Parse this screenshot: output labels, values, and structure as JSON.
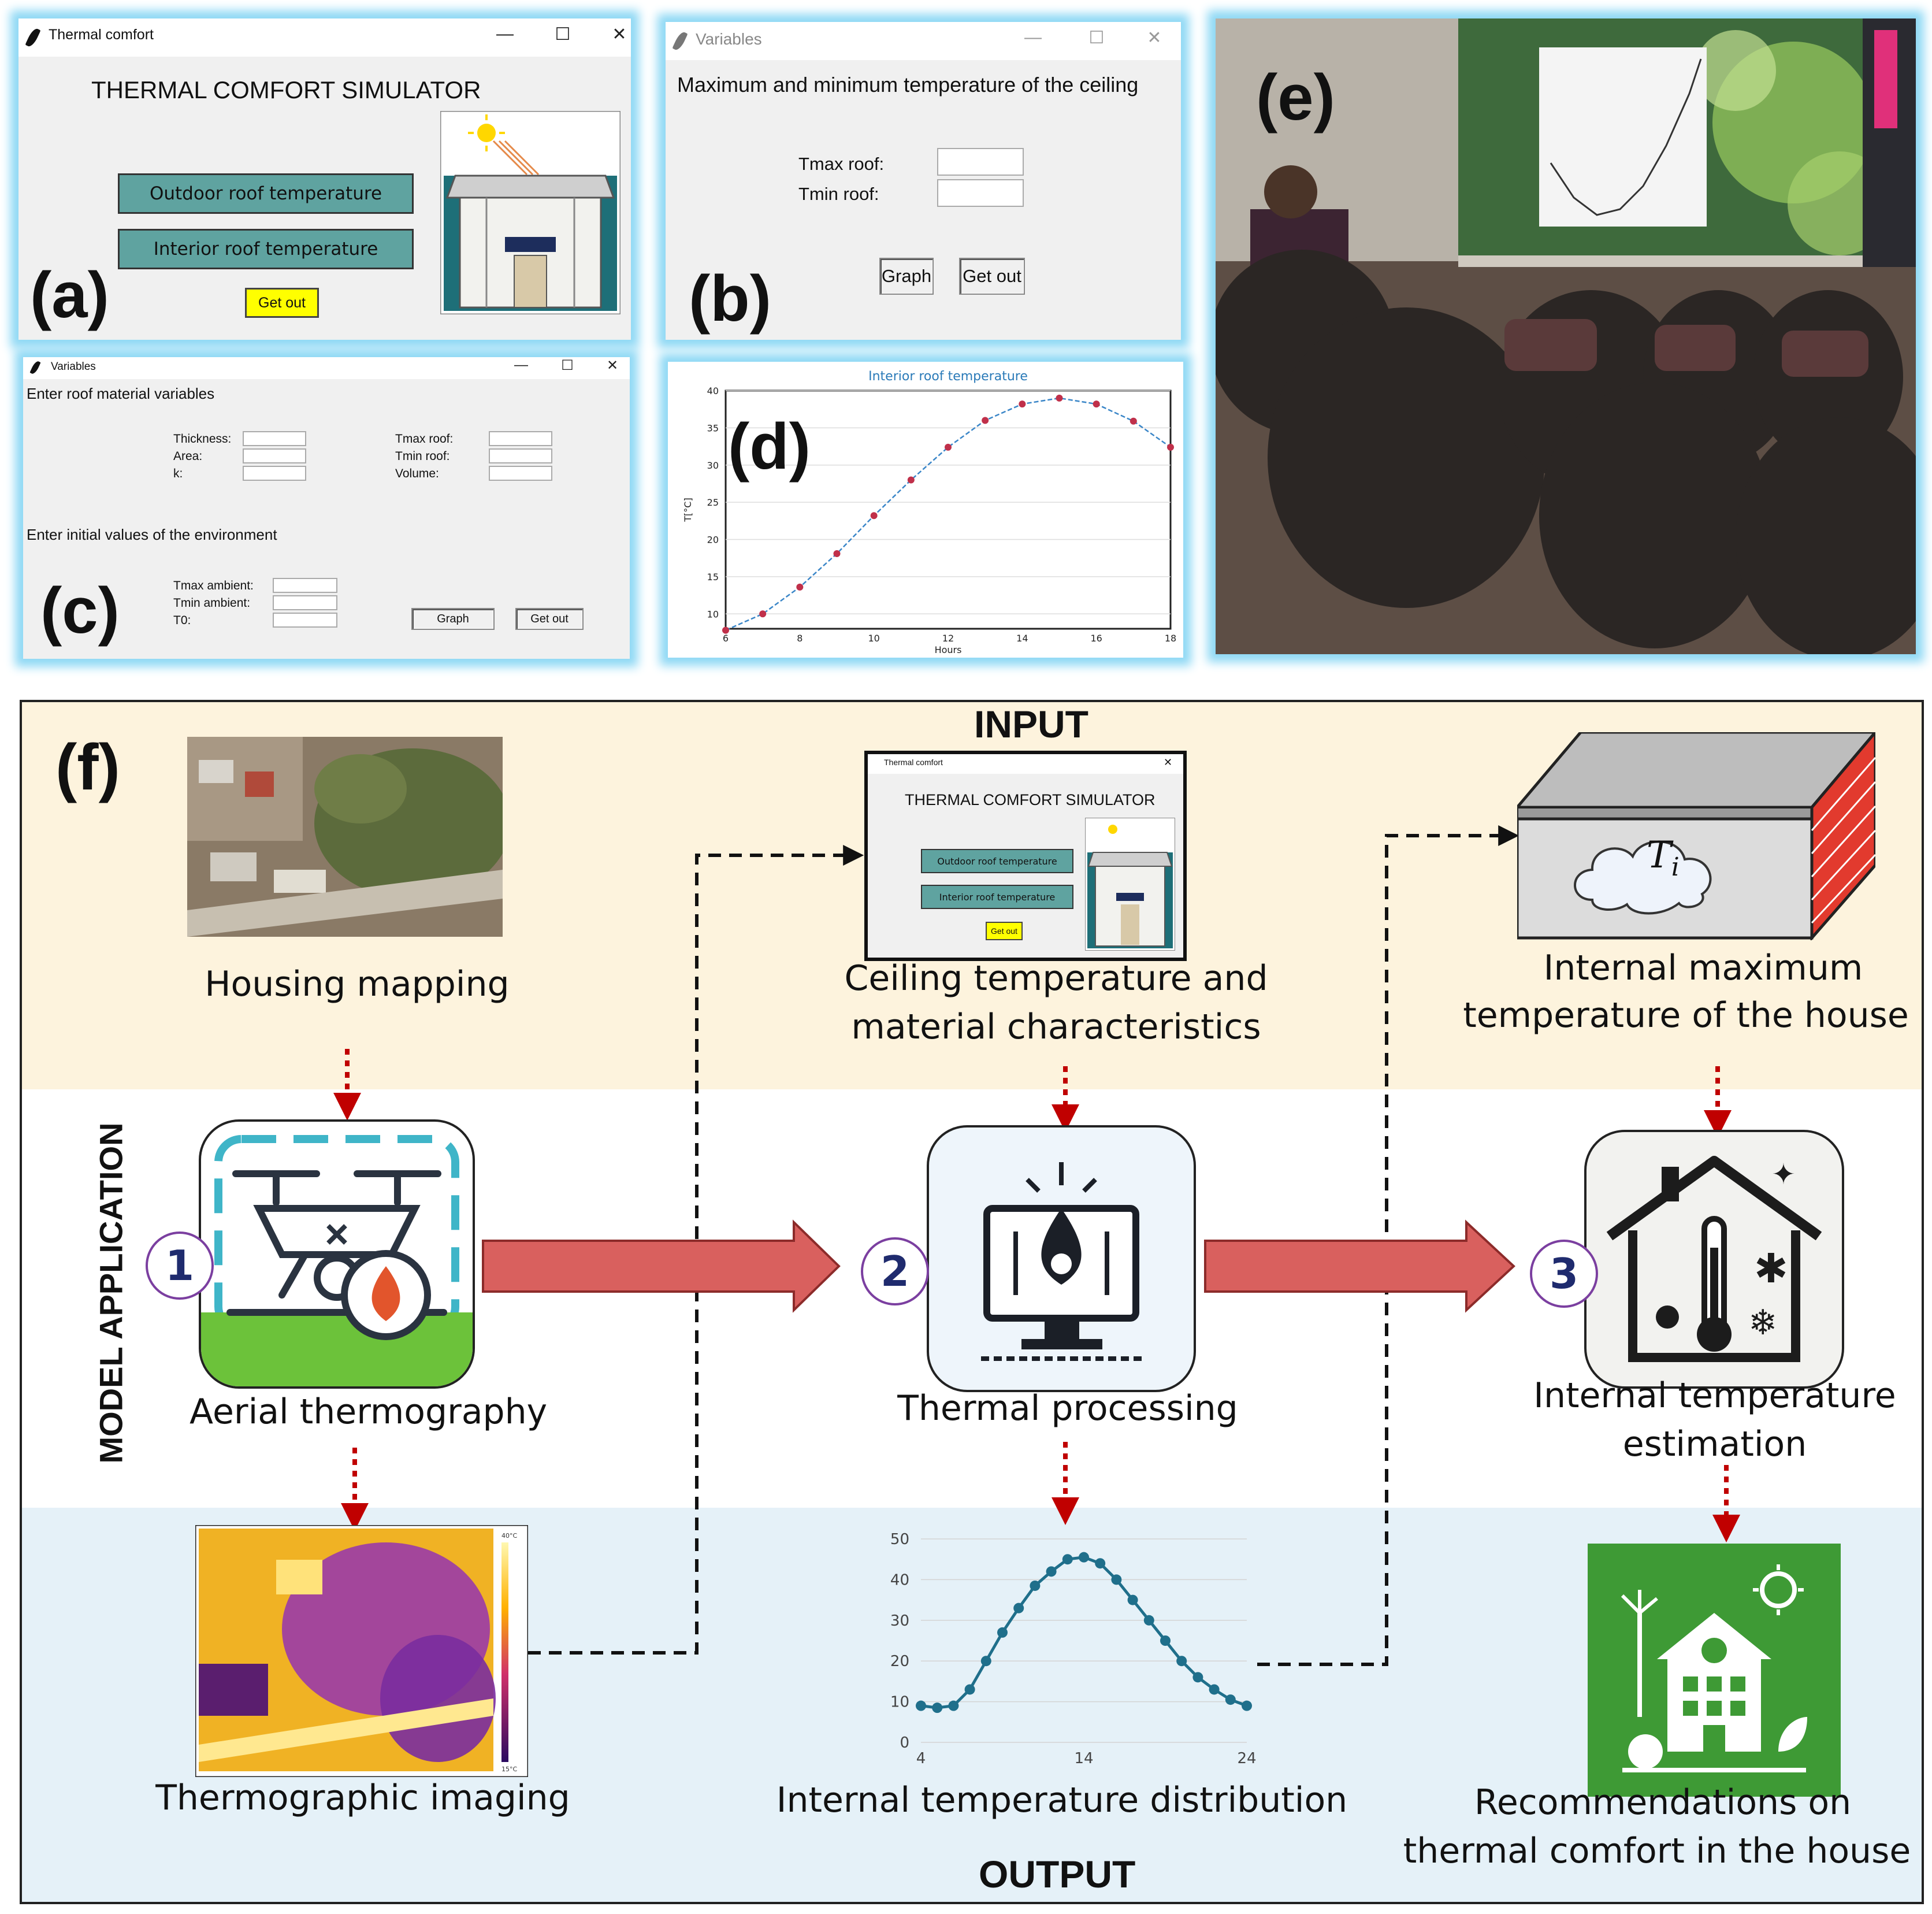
{
  "panel_a": {
    "letter": "(a)",
    "window_title": "Thermal comfort",
    "heading": "THERMAL COMFORT SIMULATOR",
    "btn_outdoor": "Outdoor roof temperature",
    "btn_interior": "Interior roof temperature",
    "btn_exit": "Get out"
  },
  "panel_b": {
    "letter": "(b)",
    "window_title": "Variables",
    "heading": "Maximum and minimum temperature of the ceiling",
    "tmax_label": "Tmax roof:",
    "tmin_label": "Tmin roof:",
    "btn_graph": "Graph",
    "btn_exit": "Get out"
  },
  "panel_c": {
    "letter": "(c)",
    "window_title": "Variables",
    "section1": "Enter roof material variables",
    "thickness": "Thickness:",
    "area": "Area:",
    "k": "k:",
    "tmax_roof": "Tmax roof:",
    "tmin_roof": "Tmin roof:",
    "volume": "Volume:",
    "section2": "Enter initial values of the environment",
    "tmax_ambient": "Tmax ambient:",
    "tmin_ambient": "Tmin ambient:",
    "t0": "T0:",
    "btn_graph": "Graph",
    "btn_exit": "Get out"
  },
  "panel_d": {
    "letter": "(d)",
    "chart_data": {
      "type": "line",
      "title": "Interior roof temperature",
      "xlabel": "Hours",
      "ylabel": "T[°C]",
      "xlim": [
        6,
        18
      ],
      "ylim": [
        8,
        40
      ],
      "xticks": [
        6,
        8,
        10,
        12,
        14,
        16,
        18
      ],
      "yticks": [
        10,
        15,
        20,
        25,
        30,
        35,
        40
      ],
      "x": [
        6,
        7,
        8,
        9,
        10,
        11,
        12,
        13,
        14,
        15,
        16,
        17,
        18
      ],
      "y": [
        7.8,
        10.0,
        13.6,
        18.1,
        23.2,
        28.0,
        32.4,
        36.0,
        38.2,
        39.0,
        38.2,
        35.9,
        32.4
      ]
    }
  },
  "panel_e": {
    "letter": "(e)"
  },
  "flow": {
    "letter": "(f)",
    "input_heading": "INPUT",
    "output_heading": "OUTPUT",
    "side_label": "MODEL APPLICATION",
    "housing_mapping": "Housing mapping",
    "ceiling_caption_1": "Ceiling temperature and",
    "ceiling_caption_2": "material characteristics",
    "internal_max_1": "Internal maximum",
    "internal_max_2": "temperature of the house",
    "ti_label": "T",
    "ti_sub": "i",
    "mini_window_title": "Thermal comfort",
    "mini_heading": "THERMAL COMFORT SIMULATOR",
    "mini_btn_outdoor": "Outdoor roof temperature",
    "mini_btn_interior": "Interior roof temperature",
    "mini_btn_exit": "Get out",
    "step1_num": "1",
    "step2_num": "2",
    "step3_num": "3",
    "aerial": "Aerial thermography",
    "thermal_processing": "Thermal processing",
    "internal_est_1": "Internal temperature",
    "internal_est_2": "estimation",
    "thermo_imaging": "Thermographic imaging",
    "internal_dist": "Internal temperature distribution",
    "recommend_1": "Recommendations on",
    "recommend_2": "thermal comfort in the house",
    "thermo_scale_top": "40°C",
    "thermo_scale_bottom": "15°C"
  },
  "flow_chart_data": {
    "type": "line",
    "title": "",
    "xlabel": "",
    "ylabel": "",
    "xlim": [
      4,
      24
    ],
    "ylim": [
      0,
      50
    ],
    "xticks": [
      4,
      14,
      24
    ],
    "yticks": [
      0,
      10,
      20,
      30,
      40,
      50
    ],
    "x": [
      4,
      5,
      6,
      7,
      8,
      9,
      10,
      11,
      12,
      13,
      14,
      15,
      16,
      17,
      18,
      19,
      20,
      21,
      22,
      23,
      24
    ],
    "y": [
      9,
      8.5,
      9,
      13,
      20,
      27,
      33,
      38.5,
      42,
      45,
      45.5,
      44,
      40,
      35,
      30,
      25,
      20,
      16,
      13,
      10.5,
      9
    ]
  },
  "colors": {
    "panel_glow": "#8fd9f5",
    "teal_button": "#5fa3a0",
    "yellow_button": "#ffff00",
    "input_band": "#fdf3dd",
    "output_band": "#e5f1f8",
    "arrow_red": "#d9605e",
    "dotted_red": "#c00000",
    "step_purple": "#7b3fa0",
    "eco_green": "#3e9a35"
  }
}
